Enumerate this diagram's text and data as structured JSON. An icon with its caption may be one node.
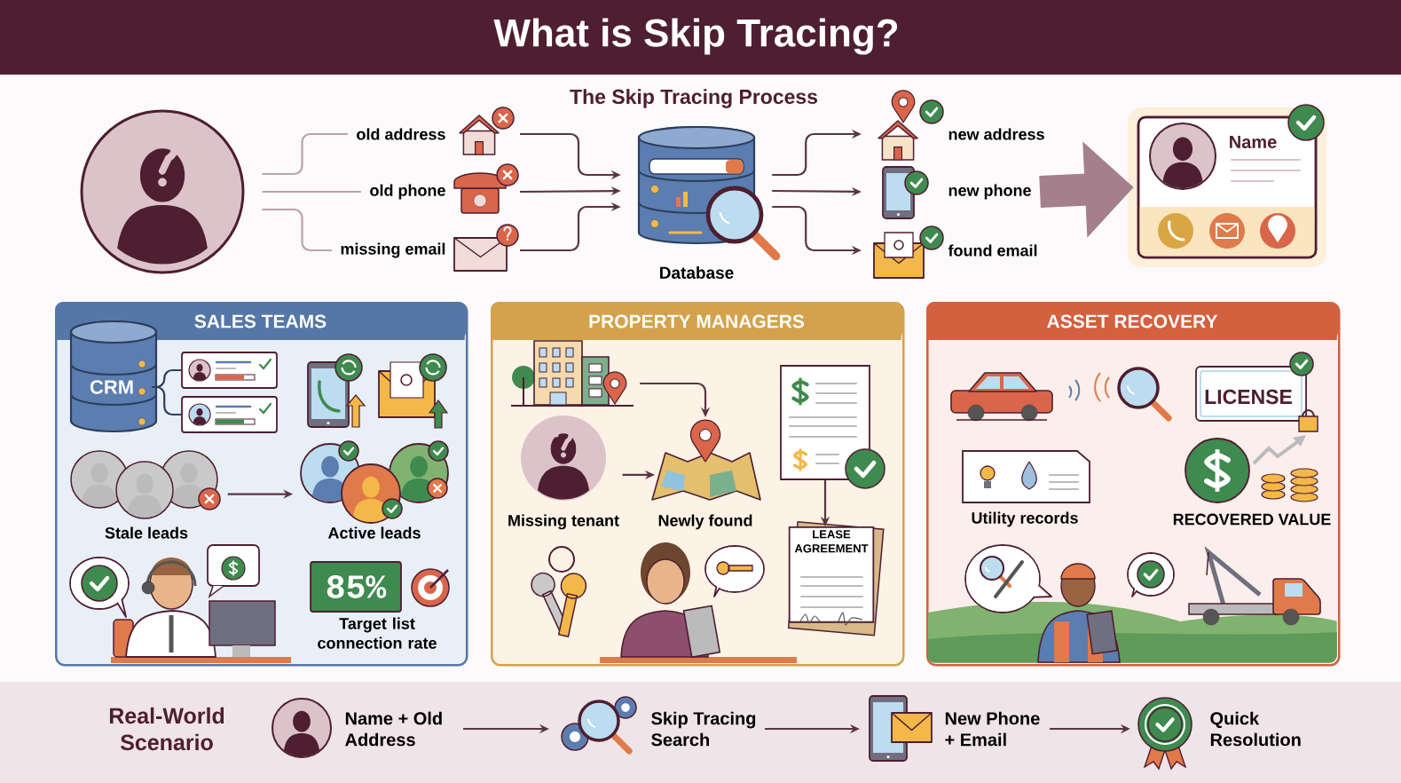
{
  "diagram": {
    "title": "What is Skip Tracing?",
    "nodes": [
      {
        "text": [],
        "shape": "circle"
      },
      {
        "text": [
          "old address"
        ]
      },
      {
        "text": [
          "old phone"
        ]
      },
      {
        "text": [
          "missing email"
        ]
      },
      {
        "text": [
          "Database"
        ]
      },
      {
        "text": [
          "new address"
        ]
      },
      {
        "text": [
          "new phone"
        ]
      },
      {
        "text": [
          "found email"
        ]
      },
      {
        "text": [
          "Name"
        ]
      },
      {
        "text": [
          "SALES TEAMS"
        ]
      },
      {
        "text": [
          "CRM"
        ],
        "in": 9
      },
      {
        "text": [],
        "shape": "box",
        "in": 9
      },
      {
        "text": [],
        "shape": "box",
        "in": 9
      },
      {
        "text": [
          "Stale leads"
        ],
        "in": 9
      },
      {
        "text": [
          "Active leads"
        ],
        "in": 9
      },
      {
        "text": [
          "85%"
        ],
        "in": 9
      },
      {
        "text": [
          "PROPERTY MANAGERS"
        ]
      },
      {
        "text": [],
        "shape": "picture",
        "in": 16
      },
      {
        "text": [],
        "shape": "picture",
        "in": 16
      },
      {
        "text": [
          "Missing tenant"
        ],
        "in": 16
      },
      {
        "text": [
          "Newly found"
        ],
        "in": 16
      },
      {
        "text": [
          "LEASE AGREEMENT"
        ],
        "in": 16
      },
      {
        "text": [
          "ASSET RECOVERY"
        ]
      },
      {
        "text": [
          "Name + Old Address"
        ]
      },
      {
        "text": [
          "Skip Tracing Search"
        ]
      },
      {
        "text": [
          "New Phone + Email"
        ]
      },
      {
        "text": [
          "Quick Resolution"
        ]
      }
    ],
    "edges": [
      {
        "from": 0,
        "to": 1,
        "arrow": "none",
        "color": "#bca2ab"
      },
      {
        "from": 0,
        "to": 2,
        "arrow": "none",
        "color": "#bca2ab"
      },
      {
        "from": 0,
        "to": 3,
        "arrow": "none",
        "color": "#bca2ab"
      },
      {
        "from": 1,
        "to": 4,
        "arrow": "to"
      },
      {
        "from": 2,
        "to": 4,
        "arrow": "to"
      },
      {
        "from": 3,
        "to": 4,
        "arrow": "to"
      },
      {
        "from": 4,
        "to": 5,
        "arrow": "to"
      },
      {
        "from": 4,
        "to": 6,
        "arrow": "to"
      },
      {
        "from": 4,
        "to": 7,
        "arrow": "to"
      },
      {
        "from": 6,
        "to": 8,
        "arrow": "to",
        "style": "thick",
        "color": "#a57f8c"
      },
      {
        "from": 10,
        "to": 11,
        "arrow": "none",
        "color": "#2d3e5c"
      },
      {
        "from": 10,
        "to": 12,
        "arrow": "none",
        "color": "#2d3e5c"
      },
      {
        "from": 13,
        "to": 14,
        "arrow": "to"
      },
      {
        "from": 17,
        "to": 20,
        "arrow": "to"
      },
      {
        "from": 19,
        "to": 20,
        "arrow": "to"
      },
      {
        "from": 18,
        "to": 21,
        "arrow": "to"
      },
      {
        "from": 23,
        "to": 24,
        "arrow": "to"
      },
      {
        "from": 24,
        "to": 25,
        "arrow": "to"
      },
      {
        "from": 25,
        "to": 26,
        "arrow": "to"
      }
    ],
    "labels": [
      "The Skip Tracing Process",
      "LICENSE",
      "Utility records",
      "RECOVERED VALUE",
      "Target list connection rate",
      "Real-World Scenario"
    ]
  }
}
